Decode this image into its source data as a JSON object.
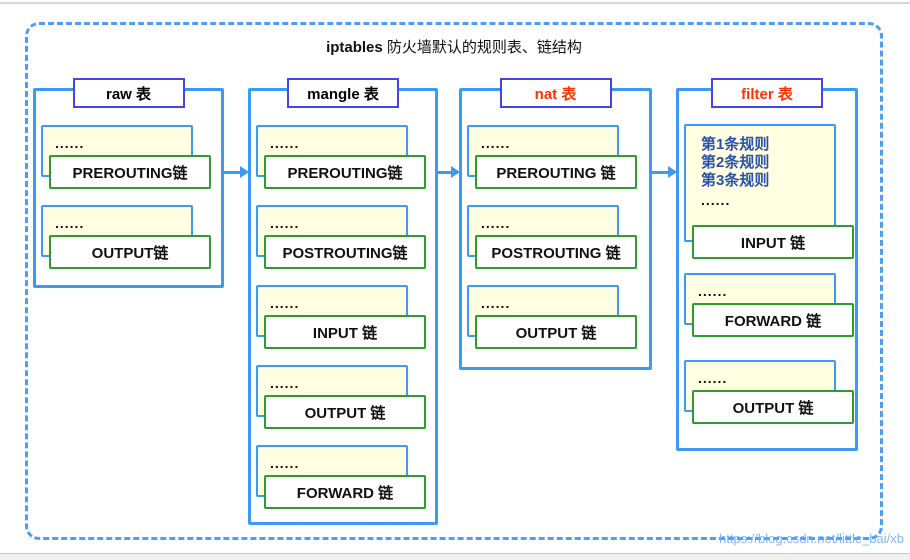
{
  "header": {
    "title_en": "iptables",
    "title_zh": " 防火墙默认的规则表、链结构"
  },
  "dots": "......",
  "tables": [
    {
      "id": "raw",
      "title": "raw 表",
      "title_color": "#000000",
      "chains": [
        "PREROUTING链",
        "OUTPUT链"
      ]
    },
    {
      "id": "mangle",
      "title": "mangle 表",
      "title_color": "#000000",
      "chains": [
        "PREROUTING链",
        "POSTROUTING链",
        "INPUT 链",
        "OUTPUT 链",
        "FORWARD 链"
      ]
    },
    {
      "id": "nat",
      "title": "nat 表",
      "title_color": "#ff3300",
      "chains": [
        "PREROUTING 链",
        "POSTROUTING 链",
        "OUTPUT 链"
      ]
    },
    {
      "id": "filter",
      "title": "filter 表",
      "title_color": "#ff3300",
      "rules": [
        "第1条规则",
        "第2条规则",
        "第3条规则"
      ],
      "chains": [
        "INPUT 链",
        "FORWARD 链",
        "OUTPUT 链"
      ]
    }
  ],
  "watermark": "https://blog.csdn.net/little_bai/xb",
  "colors": {
    "frame_blue": "#3d9af2",
    "table_title_border": "#4444e8",
    "chain_green": "#2e9b2e",
    "note_fill": "#ffffe1",
    "accent_red": "#ff3300",
    "rule_text_blue": "#2b52a8"
  }
}
